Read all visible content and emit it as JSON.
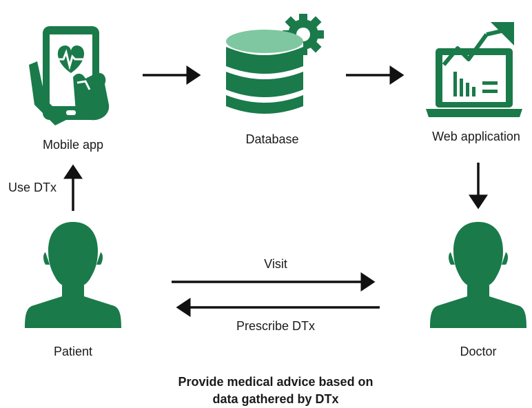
{
  "colors": {
    "icon_green": "#1a7a4a",
    "icon_light_green": "#7fc7a1",
    "arrow": "#111111"
  },
  "nodes": {
    "mobile_app": {
      "label": "Mobile app",
      "icon": "phone-heart-hand-icon"
    },
    "database": {
      "label": "Database",
      "icon": "database-gear-icon"
    },
    "web_application": {
      "label": "Web application",
      "icon": "laptop-chart-icon"
    },
    "patient": {
      "label": "Patient",
      "icon": "person-silhouette-icon"
    },
    "doctor": {
      "label": "Doctor",
      "icon": "person-silhouette-icon"
    }
  },
  "edges": {
    "use_dtx": "Use DTx",
    "visit": "Visit",
    "prescribe_dtx": "Prescribe DTx"
  },
  "caption": {
    "line1": "Provide medical advice based on",
    "line2": "data gathered by DTx"
  }
}
